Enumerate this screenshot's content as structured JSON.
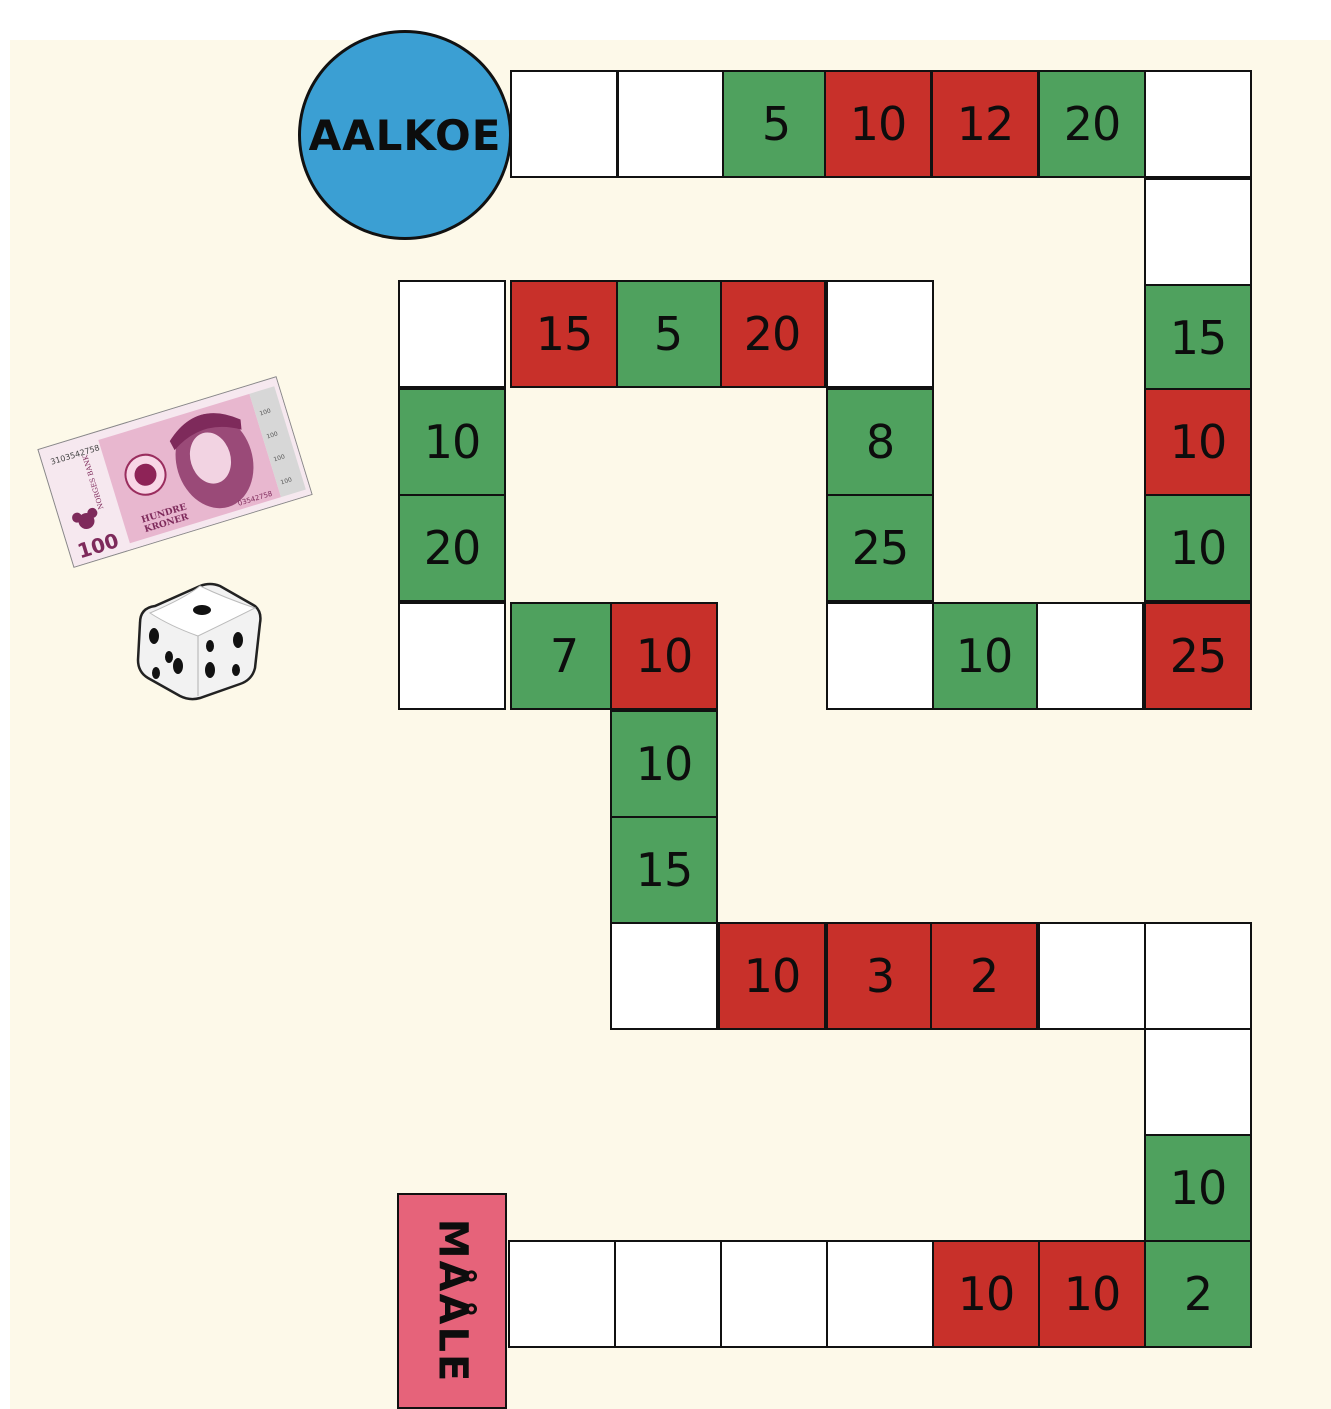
{
  "board": {
    "start_label": "AALKOE",
    "goal_label": "MÅÅLE"
  },
  "banknote": {
    "serial_top": "3103542758",
    "serial_bottom": "03542758",
    "bank": "NORGES BANK",
    "denomination": "100",
    "text_line1": "HUNDRE",
    "text_line2": "KRONER",
    "side_numbers": [
      "100",
      "100",
      "100",
      "100"
    ]
  },
  "dice": {
    "top_face_pips": 1,
    "front_face_pips": 4,
    "right_face_pips": 4
  },
  "colors": {
    "background": "#fdf9e9",
    "white_square": "#ffffff",
    "green_square": "#4fa15e",
    "red_square": "#c8302a",
    "start_circle": "#3b9fd3",
    "goal_box": "#e6637a"
  },
  "squares": [
    {
      "color": "white",
      "value": ""
    },
    {
      "color": "white",
      "value": ""
    },
    {
      "color": "green",
      "value": "5"
    },
    {
      "color": "red",
      "value": "10"
    },
    {
      "color": "red",
      "value": "12"
    },
    {
      "color": "green",
      "value": "20"
    },
    {
      "color": "white",
      "value": ""
    },
    {
      "color": "white",
      "value": ""
    },
    {
      "color": "green",
      "value": "15"
    },
    {
      "color": "red",
      "value": "10"
    },
    {
      "color": "green",
      "value": "10"
    },
    {
      "color": "red",
      "value": "25"
    },
    {
      "color": "white",
      "value": ""
    },
    {
      "color": "green",
      "value": "10"
    },
    {
      "color": "white",
      "value": ""
    },
    {
      "color": "green",
      "value": "25"
    },
    {
      "color": "green",
      "value": "8"
    },
    {
      "color": "white",
      "value": ""
    },
    {
      "color": "red",
      "value": "20"
    },
    {
      "color": "green",
      "value": "5"
    },
    {
      "color": "red",
      "value": "15"
    },
    {
      "color": "white",
      "value": ""
    },
    {
      "color": "green",
      "value": "10"
    },
    {
      "color": "green",
      "value": "20"
    },
    {
      "color": "white",
      "value": ""
    },
    {
      "color": "green",
      "value": "7"
    },
    {
      "color": "red",
      "value": "10"
    },
    {
      "color": "green",
      "value": "10"
    },
    {
      "color": "green",
      "value": "15"
    },
    {
      "color": "white",
      "value": ""
    },
    {
      "color": "red",
      "value": "10"
    },
    {
      "color": "red",
      "value": "3"
    },
    {
      "color": "red",
      "value": "2"
    },
    {
      "color": "white",
      "value": ""
    },
    {
      "color": "white",
      "value": ""
    },
    {
      "color": "white",
      "value": ""
    },
    {
      "color": "green",
      "value": "10"
    },
    {
      "color": "green",
      "value": "2"
    },
    {
      "color": "red",
      "value": "10"
    },
    {
      "color": "red",
      "value": "10"
    },
    {
      "color": "white",
      "value": ""
    },
    {
      "color": "white",
      "value": ""
    },
    {
      "color": "white",
      "value": ""
    },
    {
      "color": "white",
      "value": ""
    }
  ]
}
